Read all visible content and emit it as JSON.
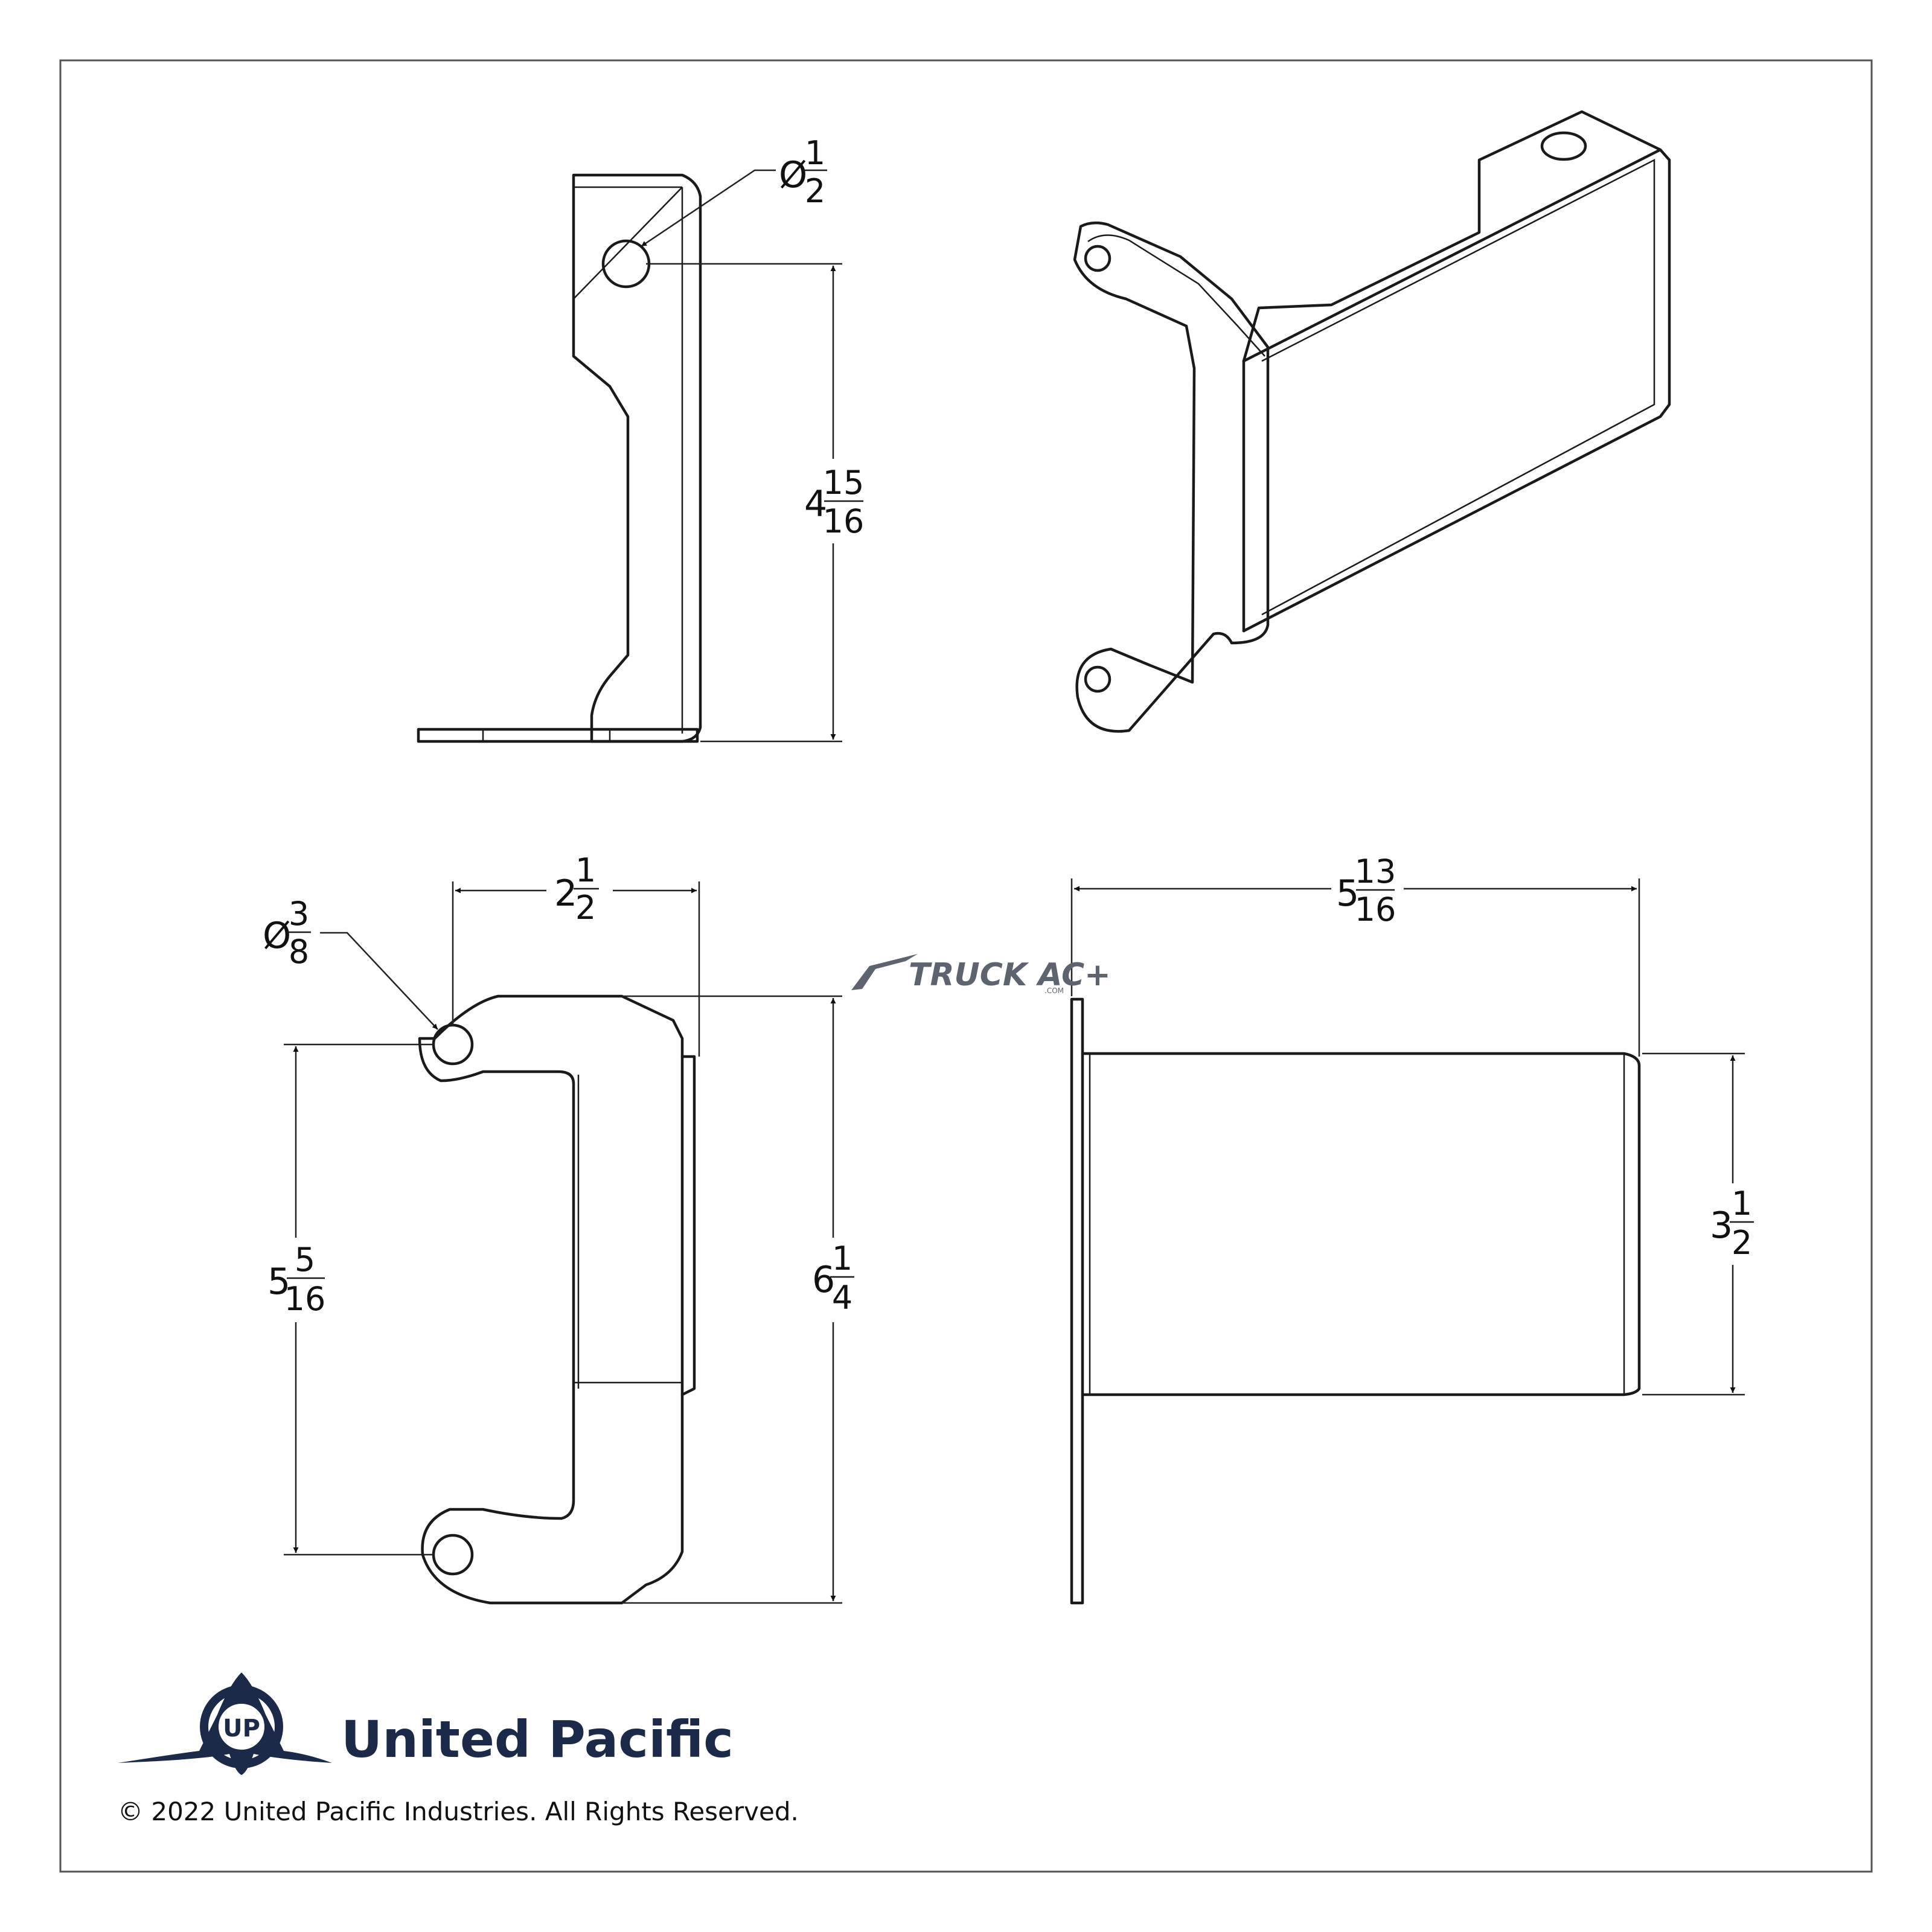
{
  "dimensions": {
    "side_hole_dia": {
      "prefix": "Ø",
      "num": "1",
      "den": "2"
    },
    "side_height": {
      "whole": "4",
      "num": "15",
      "den": "16"
    },
    "front_width": {
      "whole": "2",
      "num": "1",
      "den": "2"
    },
    "front_hole_dia": {
      "prefix": "Ø",
      "num": "3",
      "den": "8"
    },
    "front_hole_spacing": {
      "whole": "5",
      "num": "5",
      "den": "16"
    },
    "front_height": {
      "whole": "6",
      "num": "1",
      "den": "4"
    },
    "top_length": {
      "whole": "5",
      "num": "13",
      "den": "16"
    },
    "top_width": {
      "whole": "3",
      "num": "1",
      "den": "2"
    }
  },
  "watermark": {
    "text": "TRUCK AC+",
    "suffix": ".COM"
  },
  "brand": {
    "name": "United Pacific",
    "monogram": "UP"
  },
  "copyright": "© 2022 United Pacific Industries. All Rights Reserved.",
  "colors": {
    "brand_navy": "#1c2a4a",
    "line": "#1a1a1a",
    "watermark_orange": "#f08a24",
    "watermark_gray": "#5d6470"
  }
}
